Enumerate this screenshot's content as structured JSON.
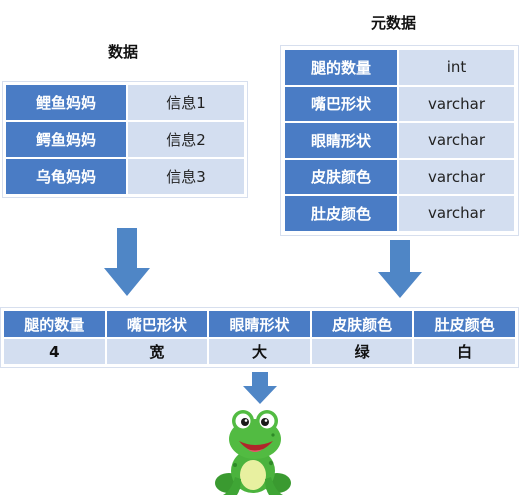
{
  "data_title": "数据",
  "meta_title": "元数据",
  "data_rows": [
    {
      "name": "鲤鱼妈妈",
      "info": "信息1"
    },
    {
      "name": "鳄鱼妈妈",
      "info": "信息2"
    },
    {
      "name": "乌龟妈妈",
      "info": "信息3"
    }
  ],
  "meta_rows": [
    {
      "field": "腿的数量",
      "type": "int"
    },
    {
      "field": "嘴巴形状",
      "type": "varchar"
    },
    {
      "field": "眼睛形状",
      "type": "varchar"
    },
    {
      "field": "皮肤颜色",
      "type": "varchar"
    },
    {
      "field": "肚皮颜色",
      "type": "varchar"
    }
  ],
  "record": {
    "headers": [
      "腿的数量",
      "嘴巴形状",
      "眼睛形状",
      "皮肤颜色",
      "肚皮颜色"
    ],
    "values": [
      "4",
      "宽",
      "大",
      "绿",
      "白"
    ]
  },
  "colors": {
    "header_blue": "#4a7cc5",
    "cell_light": "#d3def0",
    "arrow_blue": "#4f86c6",
    "frog_green": "#3fa535"
  },
  "icons": {
    "frog": "frog-illustration"
  }
}
